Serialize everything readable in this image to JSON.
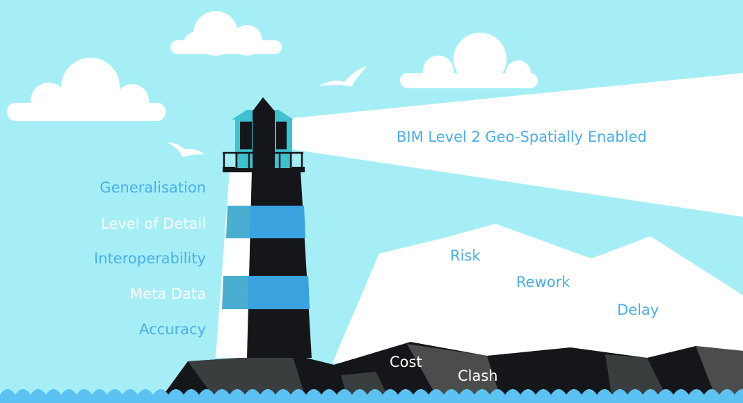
{
  "beam_label": "BIM Level 2 Geo-Spatially Enabled",
  "lighthouse_labels": [
    "Generalisation",
    "Level of Detail",
    "Interoperability",
    "Meta Data",
    "Accuracy"
  ],
  "iceberg_labels": [
    "Risk",
    "Rework",
    "Delay"
  ],
  "rock_labels": [
    "Cost",
    "Clash"
  ],
  "colors": {
    "sky": "#a6eef6",
    "accent_blue": "#49aeea",
    "tower_black": "#14161a",
    "sea": "#5cc2f2"
  }
}
